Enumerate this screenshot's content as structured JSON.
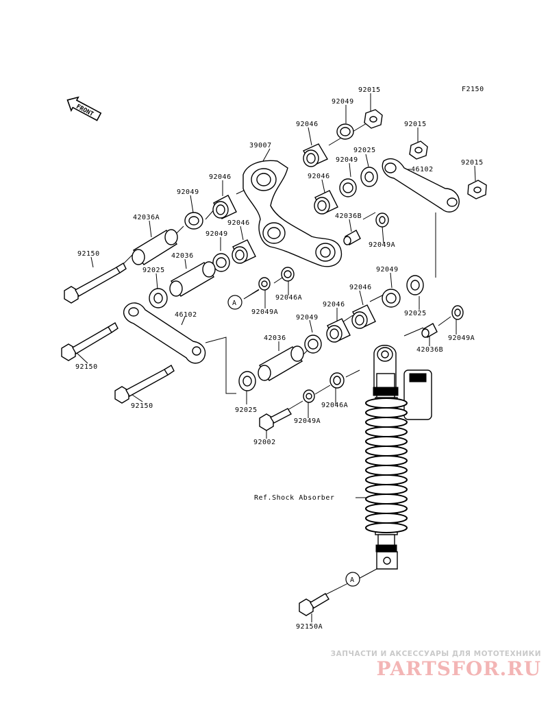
{
  "figure_code": "F2150",
  "front_label": "FRONT",
  "ref_label": "Ref.Shock Absorber",
  "callout_letter": "A",
  "parts": {
    "p92015_a": "92015",
    "p92049_a": "92049",
    "p92046_a": "92046",
    "p92015_b": "92015",
    "p39007": "39007",
    "p92025_a": "92025",
    "p92049_b": "92049",
    "p92015_c": "92015",
    "p46102_a": "46102",
    "p92046_b": "92046",
    "p92046_c": "92046",
    "p92049_c": "92049",
    "p42036a_a": "42036A",
    "p42036b_a": "42036B",
    "p92046_d": "92046",
    "p92049_d": "92049",
    "p92049a_a": "92049A",
    "p92150_a": "92150",
    "p42036_a": "42036",
    "p92025_b": "92025",
    "p92046a_a": "92046A",
    "p92049a_b": "92049A",
    "p92049_e": "92049",
    "p92046_e": "92046",
    "p92046_f": "92046",
    "p92025_c": "92025",
    "p46102_b": "46102",
    "p92049_f": "92049",
    "p42036_b": "42036",
    "p42036b_b": "42036B",
    "p92049a_c": "92049A",
    "p92150_b": "92150",
    "p92150_c": "92150",
    "p92025_d": "92025",
    "p92046a_b": "92046A",
    "p92049a_d": "92049A",
    "p92002": "92002",
    "p92150a": "92150A"
  },
  "watermark": {
    "top": "ЗАПЧАСТИ И АКСЕССУАРЫ ДЛЯ МОТОТЕХНИКИ",
    "logo": "PARTSFOR.RU"
  },
  "colors": {
    "line": "#000000",
    "watermark_text": "#c9c9c9",
    "watermark_logo": "#f3b5b5"
  }
}
